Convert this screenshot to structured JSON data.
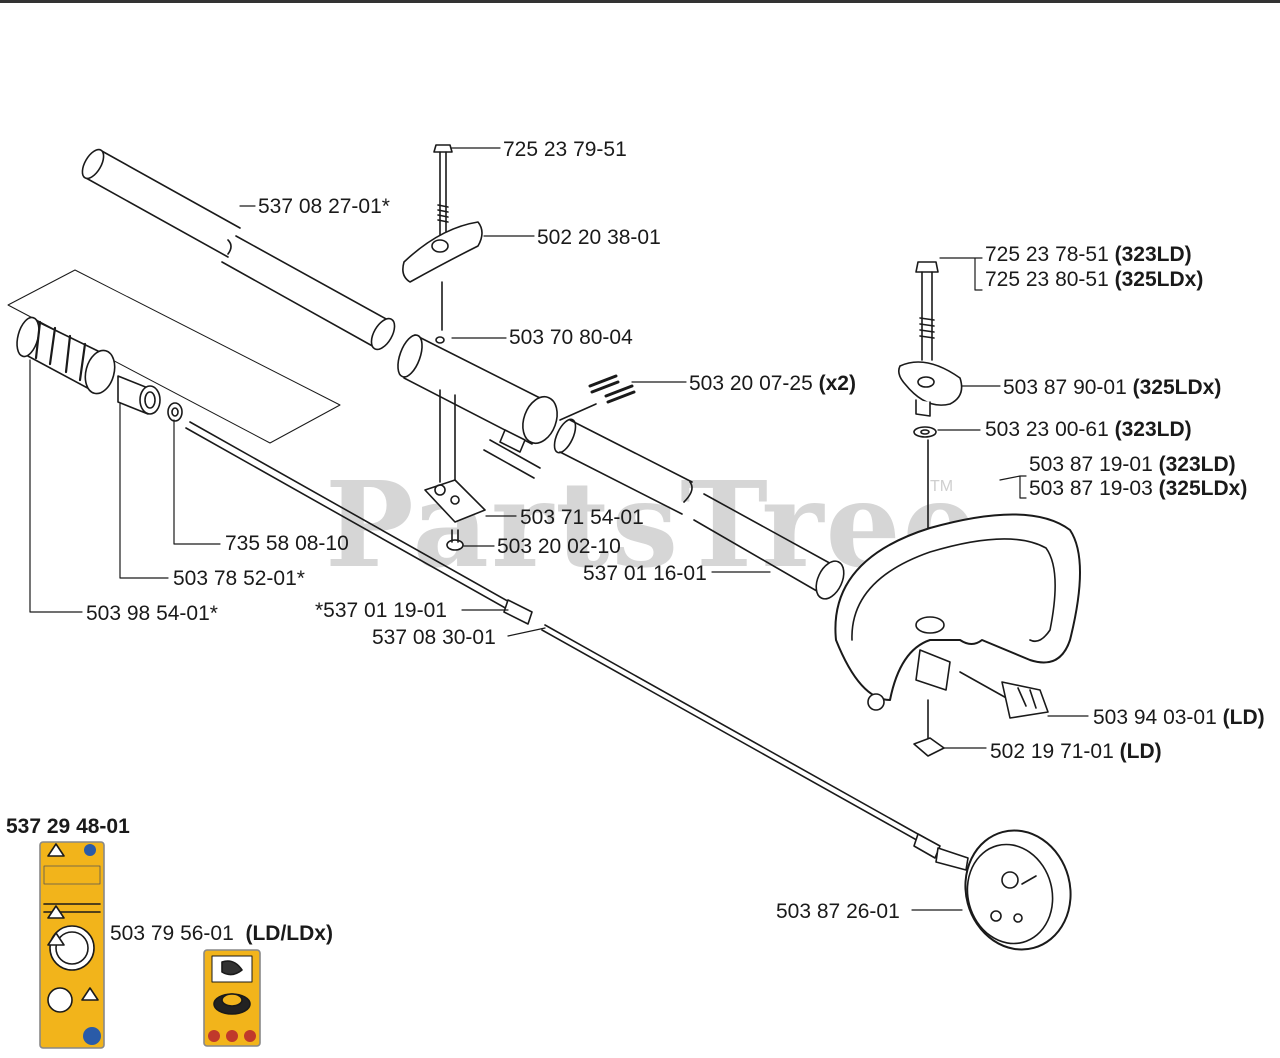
{
  "watermark": "PartsTree",
  "watermark_tm": "TM",
  "kit_title": "537 29 48-01",
  "parts": [
    {
      "id": "p1",
      "num": "725 23 79-51",
      "note": ""
    },
    {
      "id": "p2",
      "num": "537 08 27-01*",
      "note": ""
    },
    {
      "id": "p3",
      "num": "502 20 38-01",
      "note": ""
    },
    {
      "id": "p4",
      "num": "725 23 78-51",
      "note": "(323LD)"
    },
    {
      "id": "p5",
      "num": "725 23 80-51",
      "note": "(325LDx)"
    },
    {
      "id": "p6",
      "num": "503 70 80-04",
      "note": ""
    },
    {
      "id": "p7",
      "num": "503 20 07-25",
      "note": "(x2)"
    },
    {
      "id": "p8",
      "num": "503 87 90-01",
      "note": "(325LDx)"
    },
    {
      "id": "p9",
      "num": "503 23 00-61",
      "note": "(323LD)"
    },
    {
      "id": "p10",
      "num": "503 87 19-01",
      "note": "(323LD)"
    },
    {
      "id": "p11",
      "num": "503 87 19-03",
      "note": "(325LDx)"
    },
    {
      "id": "p12",
      "num": "503 71 54-01",
      "note": ""
    },
    {
      "id": "p13",
      "num": "735 58 08-10",
      "note": ""
    },
    {
      "id": "p14",
      "num": "503 20 02-10",
      "note": ""
    },
    {
      "id": "p15",
      "num": "537 01 16-01",
      "note": ""
    },
    {
      "id": "p16",
      "num": "503 78 52-01*",
      "note": ""
    },
    {
      "id": "p17",
      "num": "503 98 54-01*",
      "note": ""
    },
    {
      "id": "p18",
      "num": "*537 01 19-01",
      "note": ""
    },
    {
      "id": "p19",
      "num": "537 08 30-01",
      "note": ""
    },
    {
      "id": "p20",
      "num": "503 94 03-01",
      "note": "(LD)"
    },
    {
      "id": "p21",
      "num": "502 19 71-01",
      "note": "(LD)"
    },
    {
      "id": "p22",
      "num": "503 87 26-01",
      "note": ""
    },
    {
      "id": "p23",
      "num": "503 79 56-01",
      "note": "(LD/LDx)"
    }
  ],
  "colors": {
    "line": "#1a1a1a",
    "decal": "#f2b41b",
    "watermark": "#d6d6d6"
  }
}
